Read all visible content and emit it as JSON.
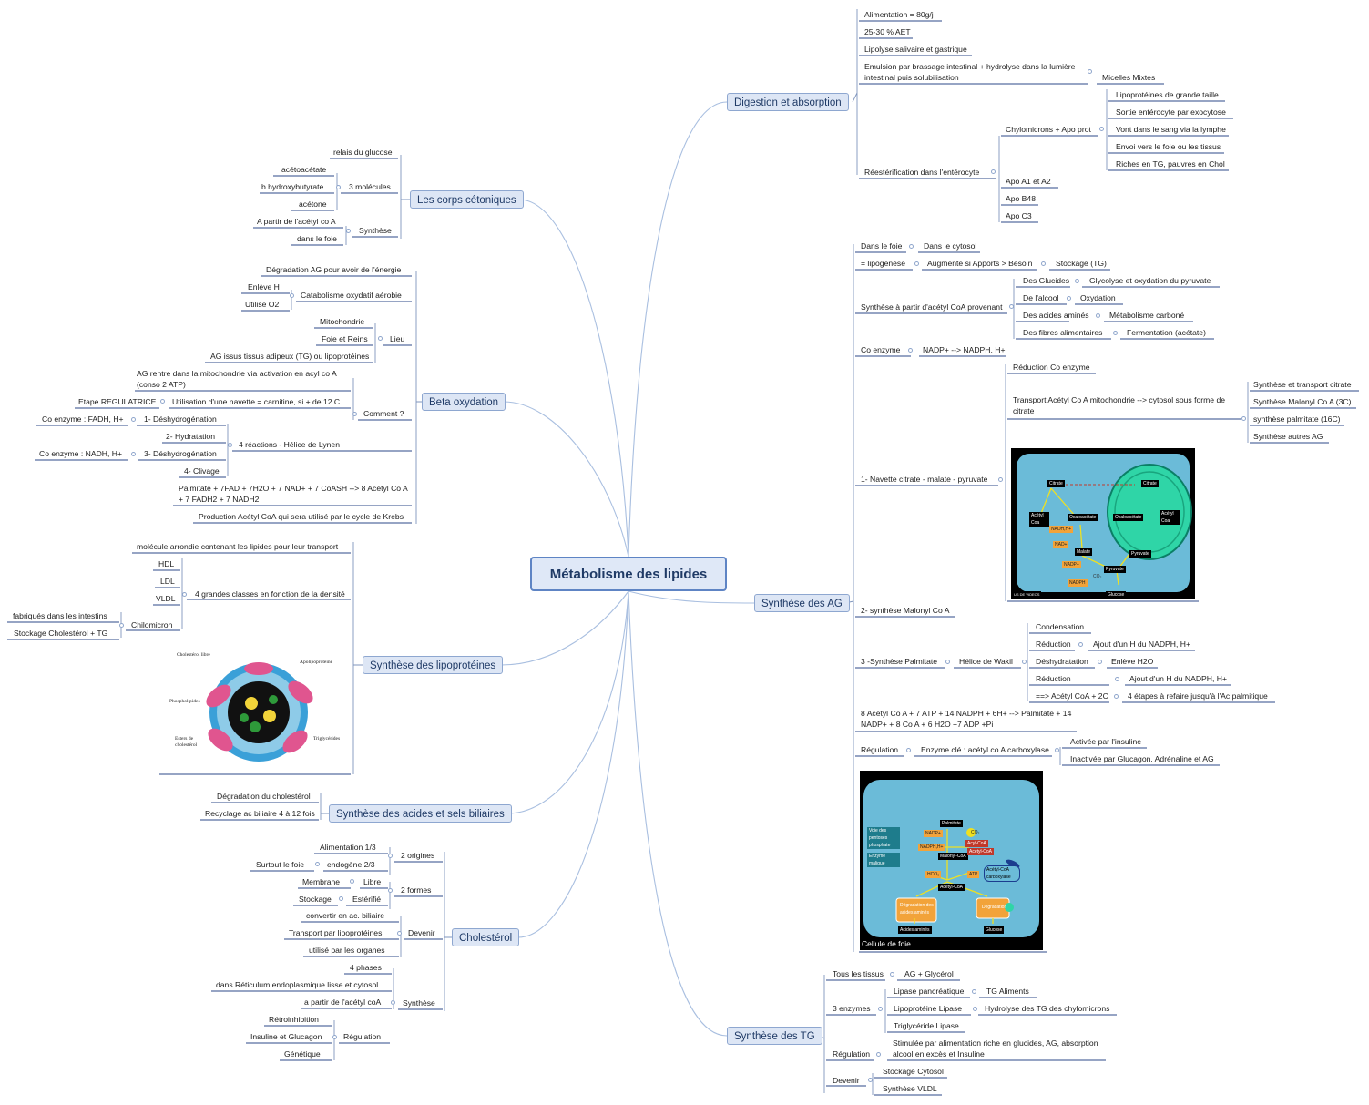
{
  "root": "Métabolisme des lipides",
  "digestion": {
    "title": "Digestion et absorption",
    "alim": "Alimentation = 80g/j",
    "aet": "25-30 % AET",
    "lipolyse": "Lipolyse salivaire et gastrique",
    "emulsion": "Emulsion par brassage intestinal + hydrolyse dans la lumière intestinal puis solubilisation",
    "micelles": "Micelles Mixtes",
    "reest": "Réestérification dans l'entérocyte",
    "chylo": "Chylomicrons + Apo prot",
    "chylo_items": [
      "Lipoprotéines de grande taille",
      "Sortie entérocyte par exocytose",
      "Vont dans le sang via la lymphe",
      "Envoi vers le foie ou les tissus",
      "Riches en TG, pauvres en Chol"
    ],
    "apo": [
      "Apo A1  et A2",
      "Apo B48",
      "Apo C3"
    ]
  },
  "ag": {
    "title": "Synthèse des AG",
    "dans_foie": "Dans le foie",
    "cytosol": "Dans le cytosol",
    "lipogenese": "= lipogenèse",
    "augmente": "Augmente si Apports > Besoin",
    "stockage": "Stockage (TG)",
    "synthese_acetyl": "Synthèse à partir d'acétyl CoA provenant",
    "sources": [
      {
        "a": "Des Glucides",
        "b": "Glycolyse et oxydation du pyruvate"
      },
      {
        "a": "De l'alcool",
        "b": "Oxydation"
      },
      {
        "a": "Des acides aminés",
        "b": "Métabolisme carboné"
      },
      {
        "a": "Des fibres alimentaires",
        "b": "Fermentation (acétate)"
      }
    ],
    "coenzyme": "Co enzyme",
    "nadp": "NADP+ --> NADPH, H+",
    "navette": "1- Navette citrate - malate - pyruvate",
    "reduction_co": "Réduction Co enzyme",
    "transport": "Transport Acétyl Co A mitochondrie --> cytosol sous forme de citrate",
    "transport_items": [
      "Synthèse et transport citrate",
      "Synthèse Malonyl Co A (3C)",
      "synthèse palmitate (16C)",
      "Synthèse autres AG"
    ],
    "malonyl": "2- synthèse Malonyl Co A",
    "palmitate": "3 -Synthèse Palmitate",
    "wakil": "Hélice de Wakil",
    "condensation": "Condensation",
    "reduction1": "Réduction",
    "ajout1": "Ajout d'un H du NADPH, H+",
    "deshydratation": "Déshydratation",
    "enleve": "Enlève H2O",
    "reduction2": "Réduction",
    "ajout2": "Ajout d'un H du NADPH, H+",
    "acetyl2c": "==> Acétyl CoA + 2C",
    "etapes": "4 étapes à refaire jusqu'à l'Ac palmitique",
    "equation": "8 Acétyl Co A + 7 ATP + 14 NADPH + 6H+ --> Palmitate + 14 NADP+ + 8 Co A + 6 H2O +7 ADP +Pi",
    "regulation": "Régulation",
    "enzyme_cle": "Enzyme clé : acétyl co A carboxylase",
    "activee": "Activée par l'insuline",
    "inactivee": "Inactivée par Glucagon, Adrénaline et AG",
    "cellule": "Cellule de foie",
    "img1": {
      "citrate": "Citrate",
      "acetyl": "Acétyl Coa",
      "oxalo": "Oxaloacétate",
      "nadh": "NADH,H+",
      "nad": "NAD+",
      "malate": "Malate",
      "nadp": "NADP+",
      "nadph": "NADPH",
      "pyruvate": "Pyruvate",
      "glucose": "Glucose",
      "co2": "CO₂",
      "credit": "US DE VIDEOS"
    },
    "img2": {
      "palmitate": "Palmitate",
      "nadp": "NADP+",
      "nadph": "NADPH,H+",
      "malonyl": "Malonyl-CoA",
      "acylcoa": "Acyl-CoA",
      "acetylcoa": "Acétyl-CoA",
      "carbox": "Acétyl-CoA carboxylase",
      "voie": "Voie des pentoses phosphate",
      "enzyme": "Enzyme malique",
      "degr1": "Dégradation des acides aminés",
      "degr2": "Dégradation",
      "aa": "Acides aminés",
      "glucose": "Glucose",
      "hco3": "HCO₃",
      "atp": "ATP",
      "co2": "CO₂"
    }
  },
  "tg": {
    "title": "Synthèse des TG",
    "tous": "Tous les tissus",
    "agglycerol": "AG + Glycérol",
    "enzymes": "3 enzymes",
    "lipase_panc": "Lipase pancréatique",
    "tg_aliments": "TG Aliments",
    "lpl": "Lipoprotéine Lipase",
    "hydrolyse": "Hydrolyse des TG des chylomicrons",
    "tgl": "Triglycéride Lipase",
    "regulation": "Régulation",
    "stimulee": "Stimulée par alimentation riche en glucides, AG, absorption alcool en excès et Insuline",
    "devenir": "Devenir",
    "stockage": "Stockage Cytosol",
    "vldl": "Synthèse VLDL"
  },
  "cetoniques": {
    "title": "Les corps cétoniques",
    "relais": "relais du glucose",
    "trois": "3 molécules",
    "mols": [
      "acétoacétate",
      "b hydroxybutyrate",
      "acétone"
    ],
    "synthese": "Synthèse",
    "apartir": "A partir de l'acétyl co A",
    "foie": "dans le foie"
  },
  "beta": {
    "title": "Beta oxydation",
    "degradation": "Dégradation AG pour avoir de l'énergie",
    "catabolisme": "Catabolisme oxydatif aérobie",
    "enleve": "Enlève H",
    "utilise": "Utilise O2",
    "lieu": "Lieu",
    "lieux": [
      "Mitochondrie",
      "Foie et Reins",
      "AG issus tissus adipeux (TG) ou lipoprotéines"
    ],
    "comment": "Comment ?",
    "entre": "AG rentre dans la mitochondrie via activation en acyl co A (conso 2 ATP)",
    "navette": "Utilisation d'une navette = carnitine, si + de 12 C",
    "etape_reg": "Etape REGULATRICE",
    "reactions": "4 réactions - Hélice de Lynen",
    "r1": "1- Déshydrogénation",
    "r1co": "Co enzyme : FADH, H+",
    "r2": "2- Hydratation",
    "r3": "3- Déshydrogénation",
    "r3co": "Co enzyme : NADH, H+",
    "r4": "4- Clivage",
    "palmitate": "Palmitate + 7FAD + 7H2O + 7 NAD+ + 7 CoASH --> 8 Acétyl Co A + 7 FADH2 + 7 NADH2",
    "production": "Production Acétyl CoA qui sera utilisé par le cycle de Krebs"
  },
  "lipo": {
    "title": "Synthèse des lipoprotéines",
    "molecule": "molécule arrondie contenant les lipides pour leur transport",
    "classes": "4 grandes classes en fonction de la densité",
    "list": [
      "HDL",
      "LDL",
      "VLDL"
    ],
    "chylo": "Chilomicron",
    "fabriques": "fabriqués dans les intestins",
    "stockage": "Stockage Cholestérol + TG",
    "img": {
      "chol": "Cholestérol libre",
      "apo": "Apolipoprotéine",
      "phospho": "Phospholipides",
      "esters": "Esters de cholestérol",
      "tg": "Triglycérides"
    }
  },
  "acides": {
    "title": "Synthèse des acides et sels biliaires",
    "degr": "Dégradation du cholestérol",
    "recyclage": "Recyclage ac biliaire 4 à 12 fois"
  },
  "chol": {
    "title": "Cholestérol",
    "origines": "2 origines",
    "alim": "Alimentation 1/3",
    "endo": "endogène 2/3",
    "foie": "Surtout le foie",
    "formes": "2 formes",
    "libre": "Libre",
    "membrane": "Membrane",
    "esterifie": "Estérifié",
    "stockage": "Stockage",
    "devenir": "Devenir",
    "dev_items": [
      "convertir en ac. biliaire",
      "Transport par lipoprotéines",
      "utilisé par les organes"
    ],
    "synthese": "Synthèse",
    "syn_items": [
      "4 phases",
      "dans Réticulum endoplasmique lisse et cytosol",
      "a partir de l'acétyl coA"
    ],
    "regulation": "Régulation",
    "reg_items": [
      "Rétroinhibition",
      "Insuline et Glucagon",
      "Génétique"
    ]
  }
}
